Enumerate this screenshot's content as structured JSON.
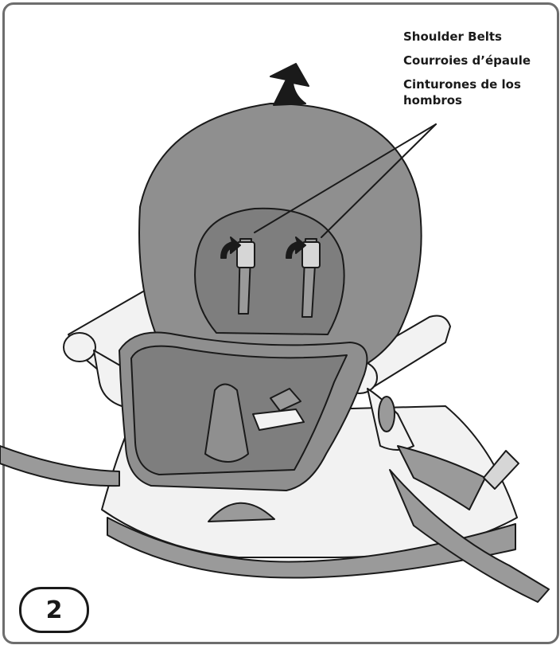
{
  "labels": {
    "english": "Shoulder Belts",
    "french": "Courroies d’épaule",
    "spanish": "Cinturones de los hombros"
  },
  "step_number": "2",
  "colors": {
    "seat_pad": "#8f8f8f",
    "seat_pad_dark": "#7a7a7a",
    "plastic": "#f2f2f2",
    "outline": "#1a1a1a",
    "frame": "#6d6d6d"
  }
}
